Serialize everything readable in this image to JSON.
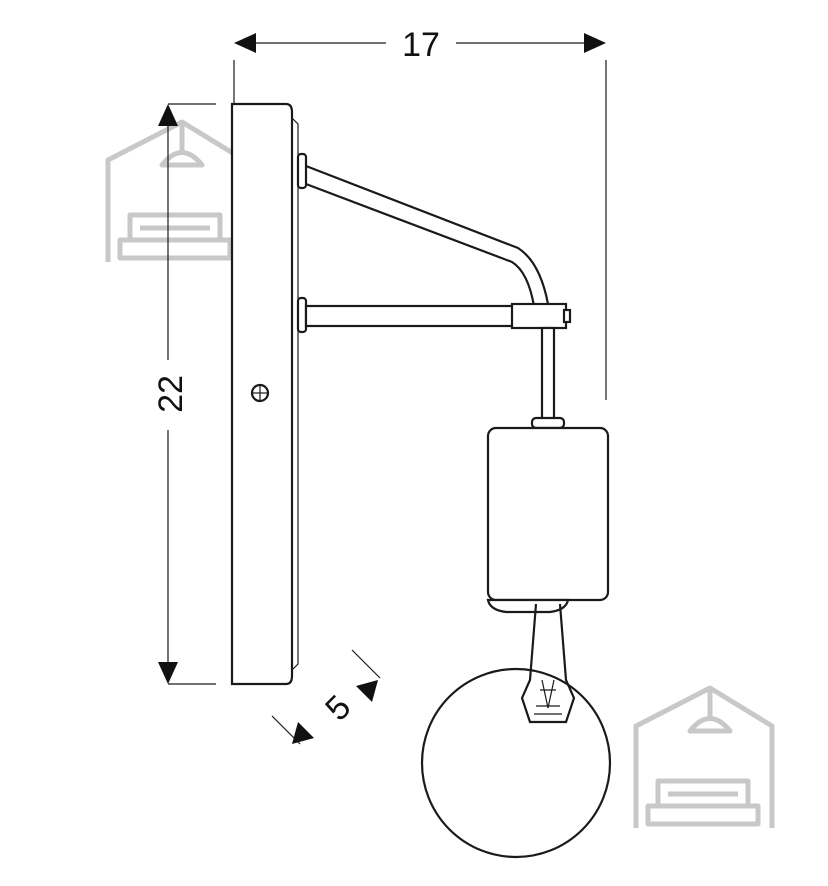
{
  "dimensions": {
    "width": "17",
    "height": "22",
    "depth": "5"
  },
  "colors": {
    "line": "#1a1a1a",
    "watermark": "#c8c8c8",
    "background": "#ffffff"
  },
  "icons": {
    "watermark": "house-sofa-logo-icon",
    "screw": "screw-icon"
  }
}
